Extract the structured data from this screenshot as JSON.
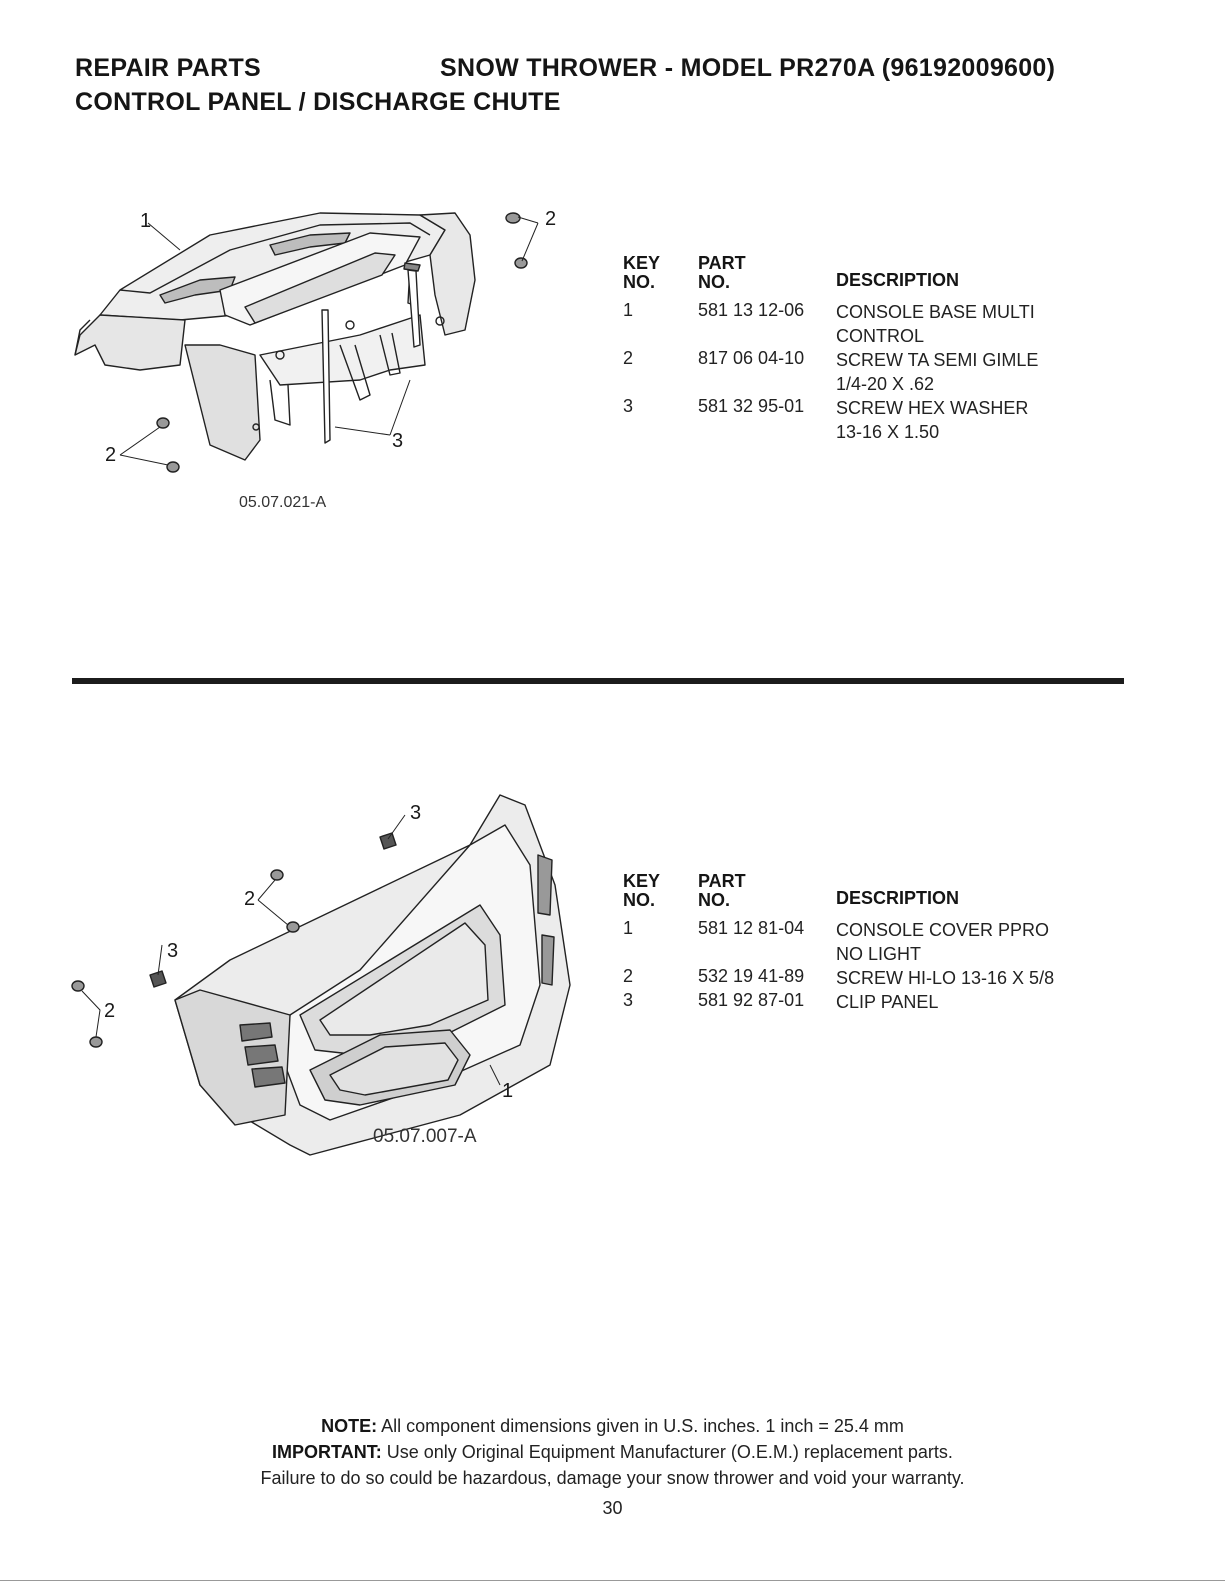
{
  "header": {
    "section": "REPAIR PARTS",
    "model": "SNOW THROWER - MODEL  PR270A  (96192009600)",
    "subtitle": "CONTROL PANEL / DISCHARGE CHUTE"
  },
  "table_headers": {
    "key_line1": "KEY",
    "key_line2": "NO.",
    "part_line1": "PART",
    "part_line2": "NO.",
    "description": "DESCRIPTION"
  },
  "section1": {
    "figure_code": "05.07.021-A",
    "callouts": [
      "1",
      "2",
      "2",
      "3"
    ],
    "parts": [
      {
        "key": "1",
        "part": "581 13 12-06",
        "desc": [
          "CONSOLE BASE MULTI",
          "CONTROL"
        ]
      },
      {
        "key": "2",
        "part": "817 06 04-10",
        "desc": [
          "SCREW TA SEMI GIMLE",
          "1/4-20 X .62"
        ]
      },
      {
        "key": "3",
        "part": "581 32 95-01",
        "desc": [
          "SCREW HEX WASHER",
          "13-16 X 1.50"
        ]
      }
    ]
  },
  "section2": {
    "figure_code": "05.07.007-A",
    "callouts": [
      "3",
      "2",
      "3",
      "2",
      "1"
    ],
    "parts": [
      {
        "key": "1",
        "part": "581 12 81-04",
        "desc": [
          "CONSOLE COVER PPRO",
          "NO LIGHT"
        ]
      },
      {
        "key": "2",
        "part": "532 19 41-89",
        "desc": [
          "SCREW HI-LO 13-16 X 5/8"
        ]
      },
      {
        "key": "3",
        "part": "581 92 87-01",
        "desc": [
          "CLIP PANEL"
        ]
      }
    ]
  },
  "footer": {
    "note_label": "NOTE:",
    "note_text": " All component dimensions given in U.S. inches.    1 inch = 25.4 mm",
    "important_label": "IMPORTANT:",
    "important_text": " Use only Original Equipment Manufacturer (O.E.M.) replacement parts.",
    "warning": "Failure to do so could be hazardous, damage your snow thrower and void your warranty.",
    "page_number": "30"
  }
}
